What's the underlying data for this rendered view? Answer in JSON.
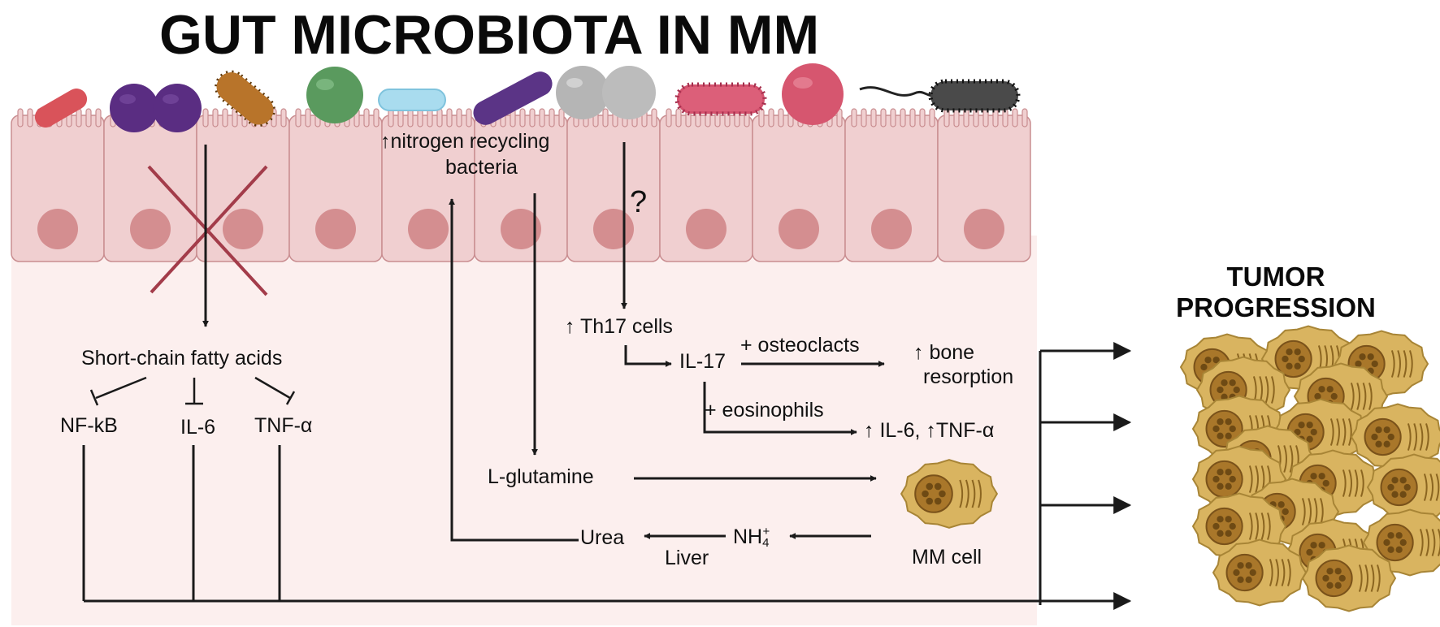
{
  "title": "GUT MICROBIOTA IN MM",
  "tumor": {
    "line1": "TUMOR",
    "line2": "PROGRESSION"
  },
  "left_panel": {
    "scfa": "Short-chain fatty acids",
    "nfkb": "NF-kB",
    "il6": "IL-6",
    "tnfa": "TNF-α"
  },
  "middle_panel": {
    "nitrogen_line1": "↑nitrogen recycling",
    "nitrogen_line2": "bacteria",
    "glutamine": "L-glutamine",
    "urea": "Urea",
    "liver": "Liver",
    "nh4": "NH",
    "nh4_sub": "4",
    "nh4_sup": "+",
    "mm_cell": "MM cell"
  },
  "right_panel": {
    "question": "?",
    "th17": "↑ Th17 cells",
    "il17": "IL-17",
    "osteoclasts": "+ osteoclacts",
    "bone_line1": "↑ bone",
    "bone_line2": "resorption",
    "eosinophils": "+ eosinophils",
    "il6_tnf": "↑ IL-6, ↑TNF-α"
  },
  "colors": {
    "epithelium": "#f0cfd0",
    "epithelium_border": "#c98d90",
    "nucleus": "#d48e90",
    "lumen_bg": "#fcefee",
    "cross": "#a33c4a",
    "arrow": "#1a1a1a",
    "tumor_fill": "#d9b460",
    "tumor_edge": "#a88536"
  },
  "bacteria": [
    "red-rod-bacterium",
    "purple-diplococcus",
    "brown-flagellated-rod",
    "green-coccus",
    "blue-rod-bacterium",
    "purple-long-rod",
    "gray-diplococcus",
    "pink-ciliated-rod",
    "pink-coccus",
    "dark-flagellated-rod"
  ]
}
